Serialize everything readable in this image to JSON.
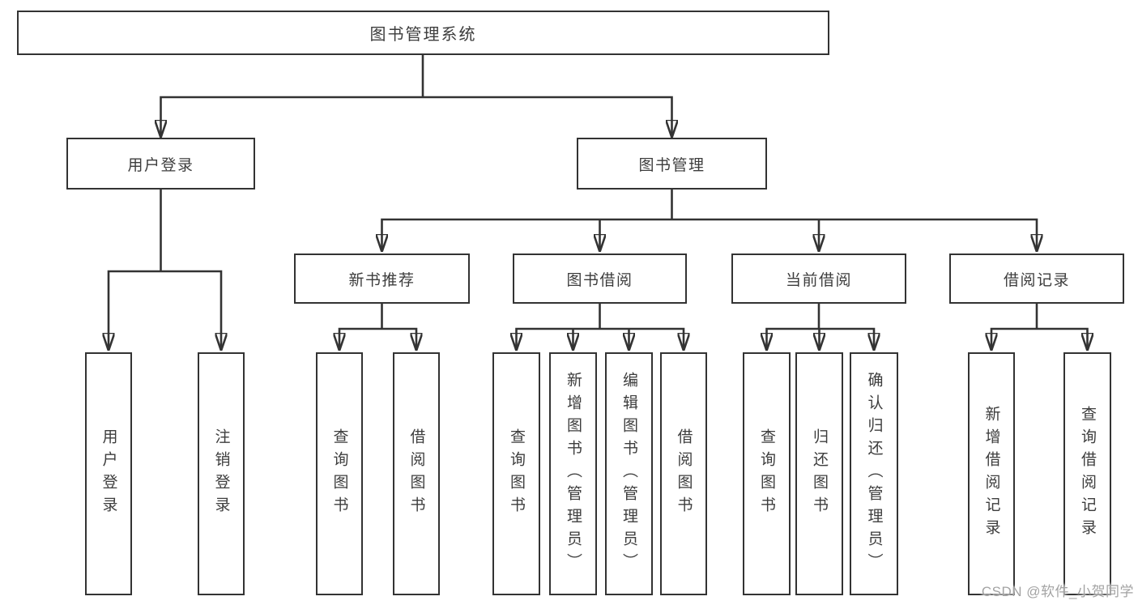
{
  "diagram": {
    "root": {
      "label": "图书管理系统"
    },
    "branches": [
      {
        "label": "用户登录",
        "children": [
          {
            "label": "用户登录"
          },
          {
            "label": "注销登录"
          }
        ]
      },
      {
        "label": "图书管理",
        "children": [
          {
            "label": "新书推荐",
            "children": [
              {
                "label": "查询图书"
              },
              {
                "label": "借阅图书"
              }
            ]
          },
          {
            "label": "图书借阅",
            "children": [
              {
                "label": "查询图书"
              },
              {
                "label": "新增图书（管理员）"
              },
              {
                "label": "编辑图书（管理员）"
              },
              {
                "label": "借阅图书"
              }
            ]
          },
          {
            "label": "当前借阅",
            "children": [
              {
                "label": "查询图书"
              },
              {
                "label": "归还图书"
              },
              {
                "label": "确认归还（管理员）"
              }
            ]
          },
          {
            "label": "借阅记录",
            "children": [
              {
                "label": "新增借阅记录"
              },
              {
                "label": "查询借阅记录"
              }
            ]
          }
        ]
      }
    ],
    "colors": {
      "line": "#333333",
      "text": "#3d3d3d",
      "background": "#ffffff"
    }
  },
  "watermark": {
    "text": "CSDN @软件_小贺同学",
    "color": "#a3a3a3"
  }
}
